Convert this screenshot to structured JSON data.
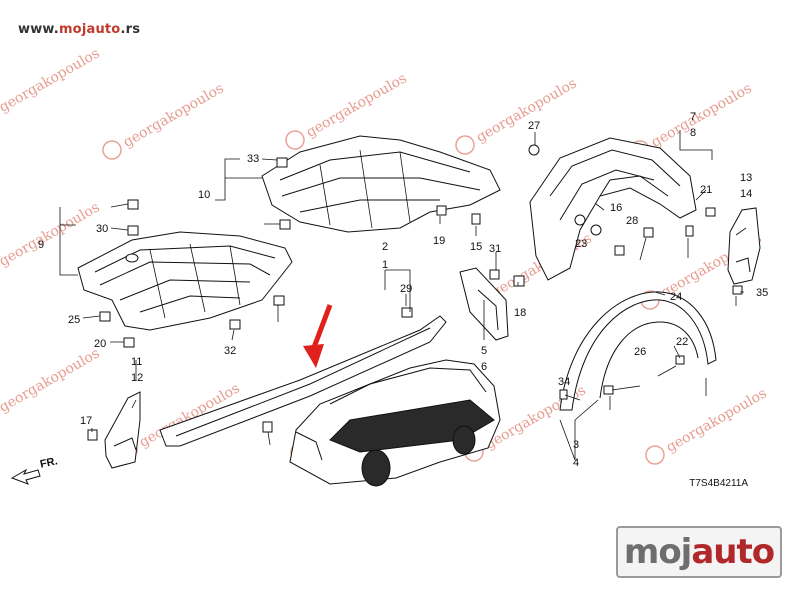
{
  "header": {
    "site_prefix": "www.",
    "site_brand": "mojauto",
    "site_suffix": ".rs"
  },
  "diagram": {
    "reference_code": "T7S4B4211A",
    "front_label": "FR.",
    "watermark_text": "georgakopoulos",
    "callouts": [
      "1",
      "2",
      "3",
      "4",
      "5",
      "6",
      "7",
      "8",
      "9",
      "10",
      "11",
      "12",
      "13",
      "14",
      "15",
      "16",
      "17",
      "18",
      "19",
      "20",
      "21",
      "22",
      "23",
      "24",
      "25",
      "26",
      "27",
      "28",
      "29",
      "30",
      "31",
      "32",
      "33",
      "34",
      "35"
    ]
  },
  "footer_logo": {
    "part1": "moj",
    "part2": "auto"
  },
  "colors": {
    "line": "#111111",
    "accent_red": "#e0201a",
    "watermark": "#e07a6a",
    "logo_red": "#b0282a",
    "logo_gray": "#6e6e6e"
  }
}
